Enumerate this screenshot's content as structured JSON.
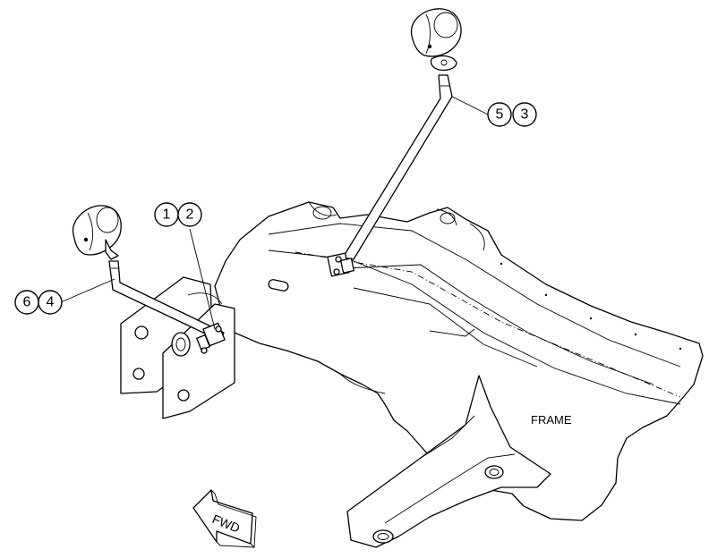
{
  "labels": {
    "frame": "FRAME",
    "forward": "FWD"
  },
  "callouts": {
    "left_lamp_bracket": [
      "6",
      "4"
    ],
    "left_clamp": [
      "1",
      "2"
    ],
    "right_lamp_bracket": [
      "5",
      "3"
    ]
  }
}
